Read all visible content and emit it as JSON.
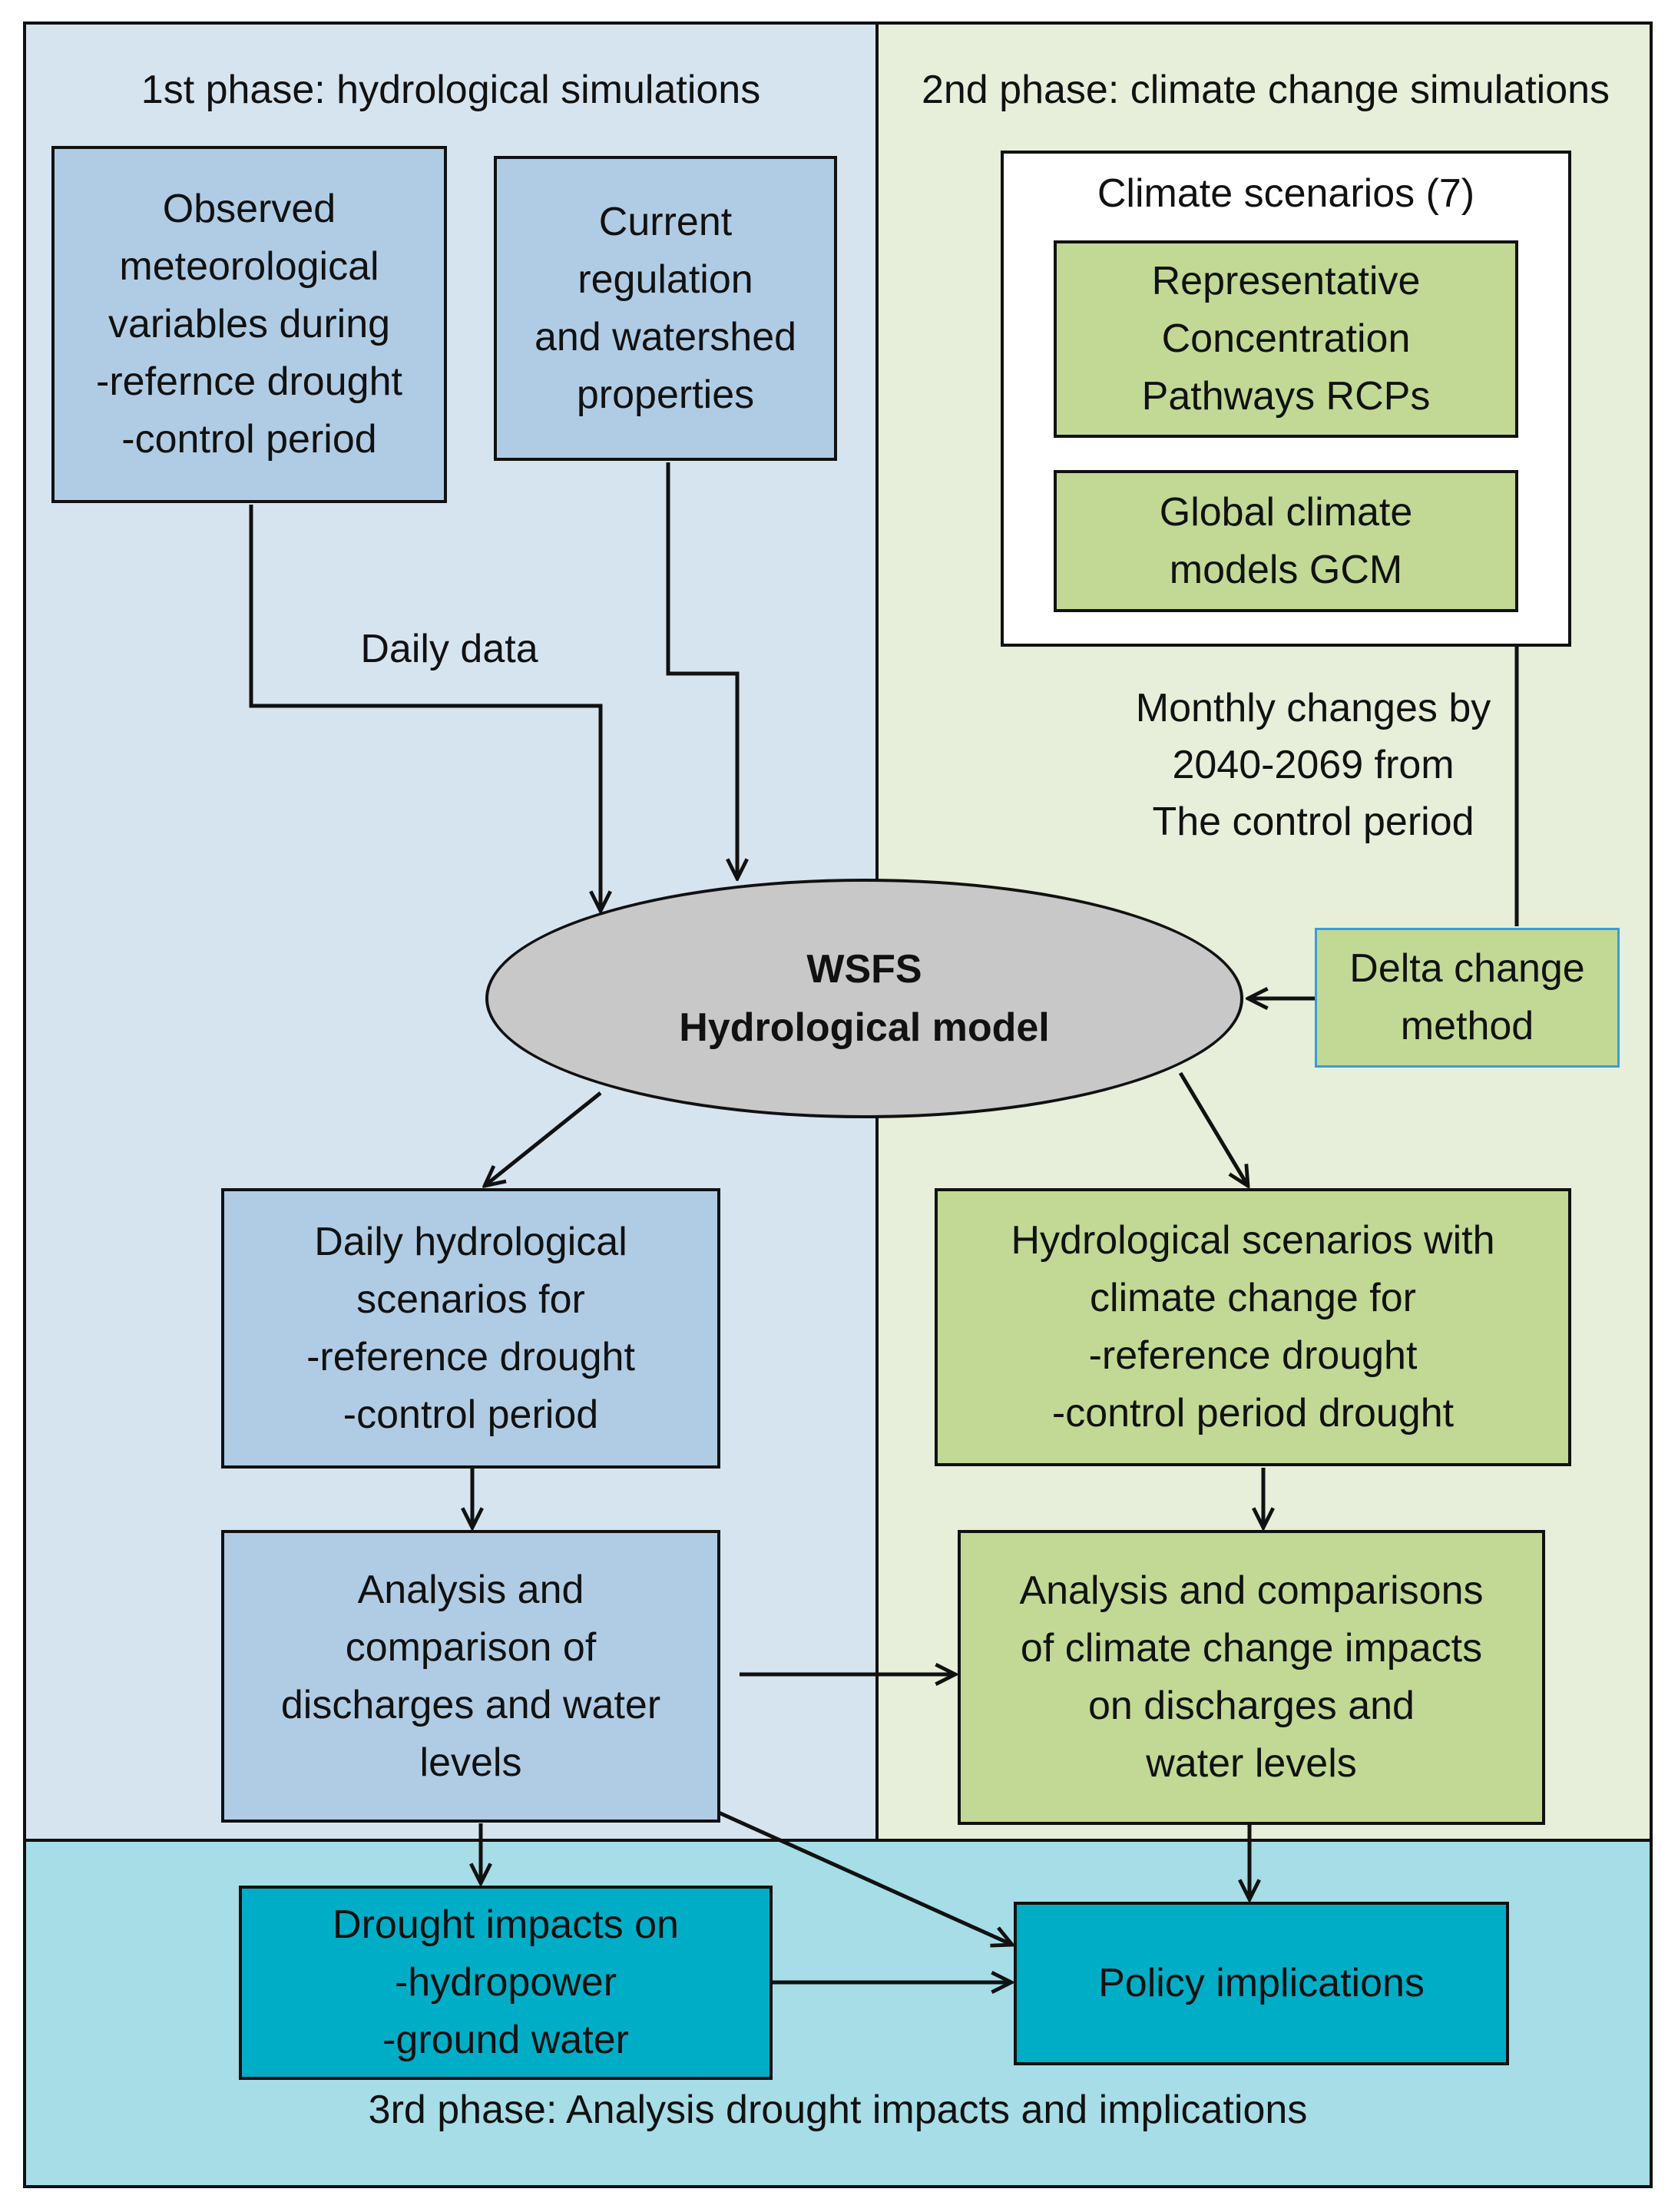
{
  "phases": {
    "phase1_title": "1st phase: hydrological simulations",
    "phase2_title": "2nd phase: climate change simulations",
    "phase3_title": "3rd phase: Analysis drought impacts and implications"
  },
  "boxes": {
    "observed": [
      "Observed",
      "meteorological",
      "variables during",
      "-refernce drought",
      "-control period"
    ],
    "regulation": [
      "Current",
      "regulation",
      "and watershed",
      "properties"
    ],
    "climate_scenarios_title": "Climate scenarios (7)",
    "rcp": [
      "Representative",
      "Concentration",
      "Pathways RCPs"
    ],
    "gcm": [
      "Global climate",
      "models GCM"
    ],
    "delta": [
      "Delta change",
      "method"
    ],
    "model": [
      "WSFS",
      "Hydrological model"
    ],
    "daily_scenarios": [
      "Daily hydrological",
      "scenarios for",
      "-reference drought",
      "-control period"
    ],
    "hydro_scenarios": [
      "Hydrological scenarios with",
      "climate change for",
      "-reference drought",
      "-control period drought"
    ],
    "analysis_left": [
      "Analysis and",
      "comparison of",
      "discharges and water",
      "levels"
    ],
    "analysis_right": [
      "Analysis and comparisons",
      "of climate change impacts",
      "on discharges and",
      "water levels"
    ],
    "drought_impacts": [
      "Drought impacts on",
      "-hydropower",
      "-ground water"
    ],
    "policy": "Policy implications"
  },
  "labels": {
    "daily_data": "Daily data",
    "monthly_changes": [
      "Monthly changes by",
      "2040-2069 from",
      "The control period"
    ]
  },
  "colors": {
    "phase1_bg": "#d6e4f0",
    "phase2_bg": "#e7eed9",
    "phase3_bg": "#a6dde6",
    "box_blue": "#b0cce4",
    "box_green": "#c1d994",
    "box_teal": "#00adc6",
    "delta_fill": "#c1d994",
    "delta_border": "#3d9bd6",
    "model_fill": "#c8c8c8"
  }
}
